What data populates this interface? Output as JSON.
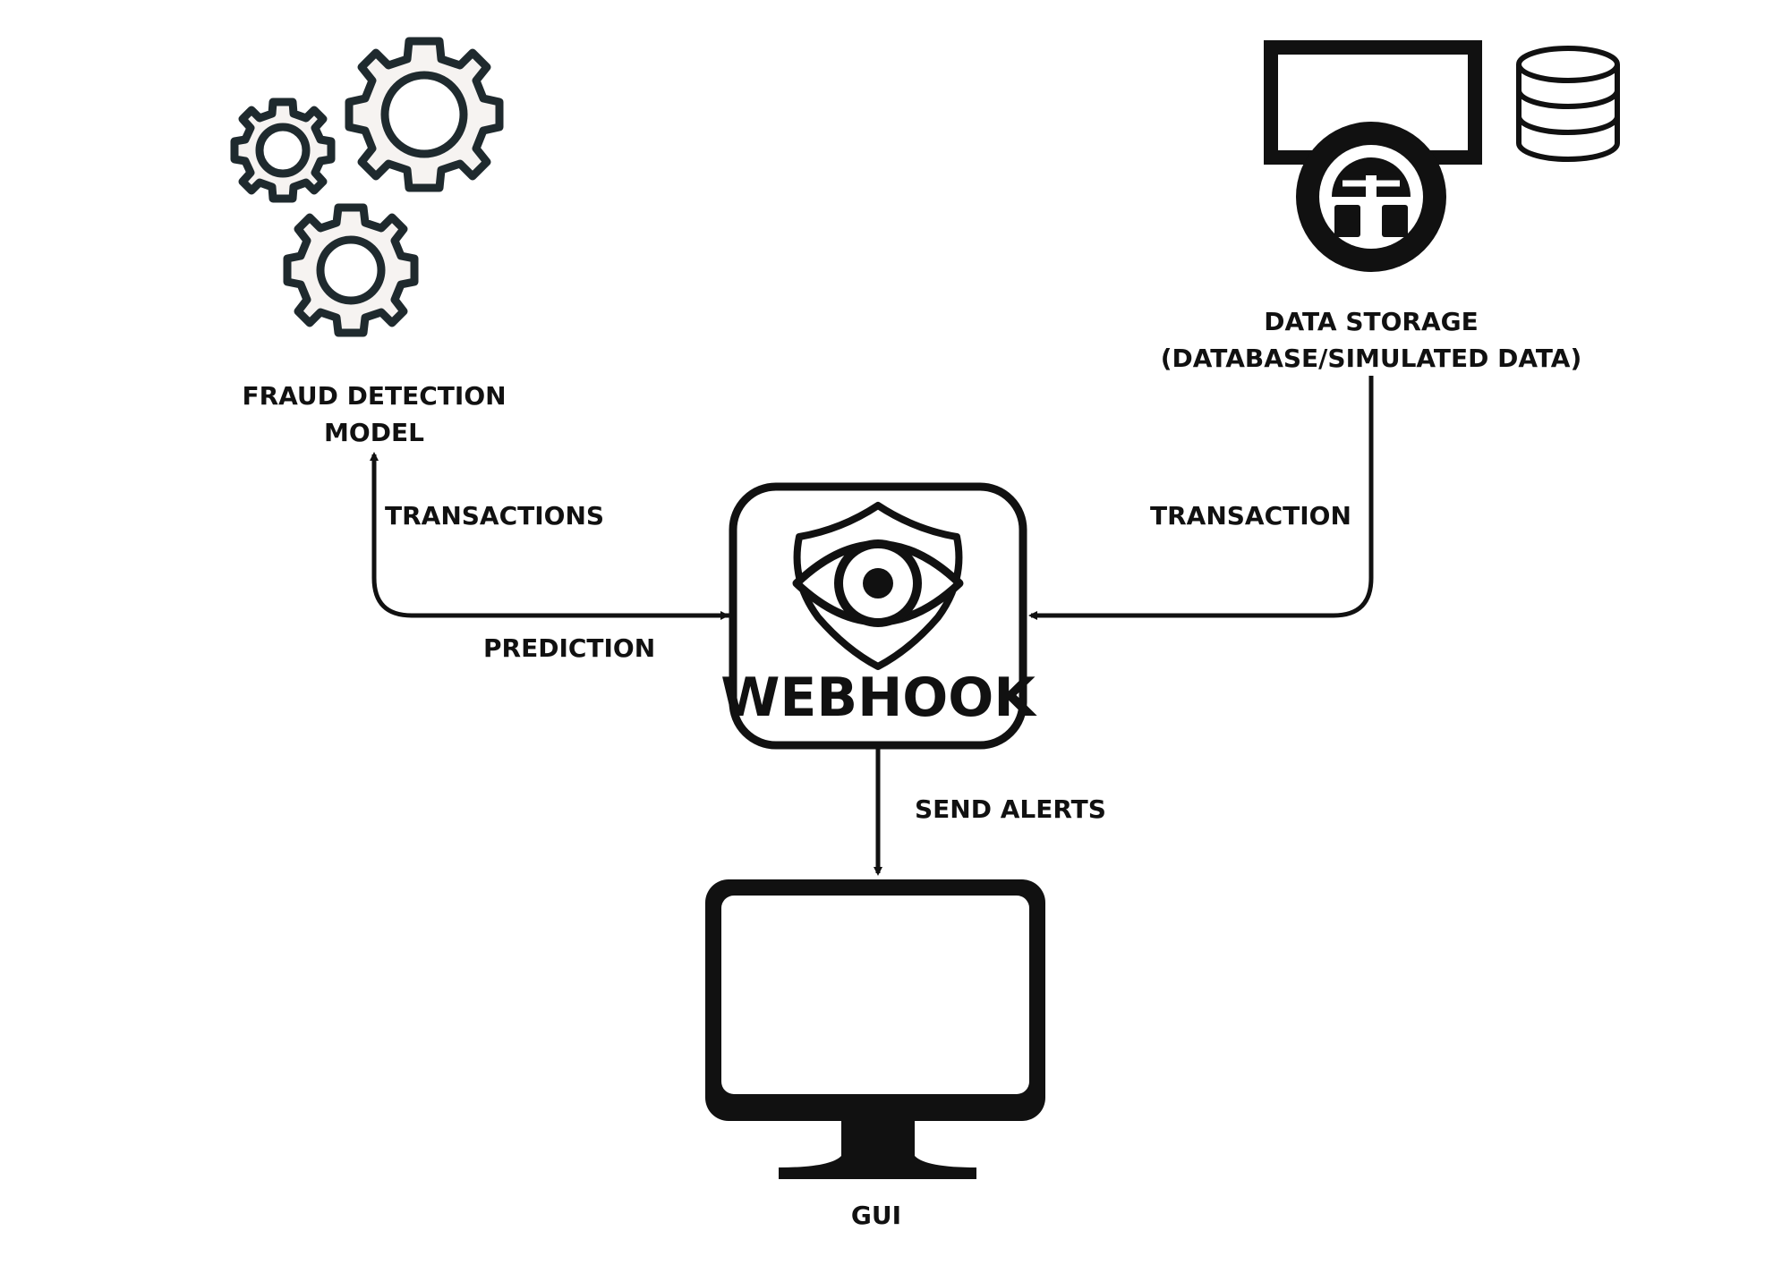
{
  "nodes": {
    "fraud_model": {
      "line1": "FRAUD DETECTION",
      "line2": "MODEL"
    },
    "data_storage": {
      "line1": "DATA STORAGE",
      "line2": "(DATABASE/SIMULATED DATA)"
    },
    "webhook": {
      "title": "WEBHOOK"
    },
    "gui": {
      "label": "GUI"
    }
  },
  "edges": {
    "transactions": "TRANSACTIONS",
    "prediction": "PREDICTION",
    "transaction": "TRANSACTION",
    "send_alerts": "SEND ALERTS"
  },
  "icons": {
    "fraud_model": "gears-icon",
    "data_storage": "server-icon",
    "database": "database-icon",
    "webhook": "eye-shield-icon",
    "gui": "monitor-icon"
  },
  "colors": {
    "stroke": "#111111",
    "gear": "#1f2a2e",
    "gear_fill": "#f6f3f1"
  }
}
